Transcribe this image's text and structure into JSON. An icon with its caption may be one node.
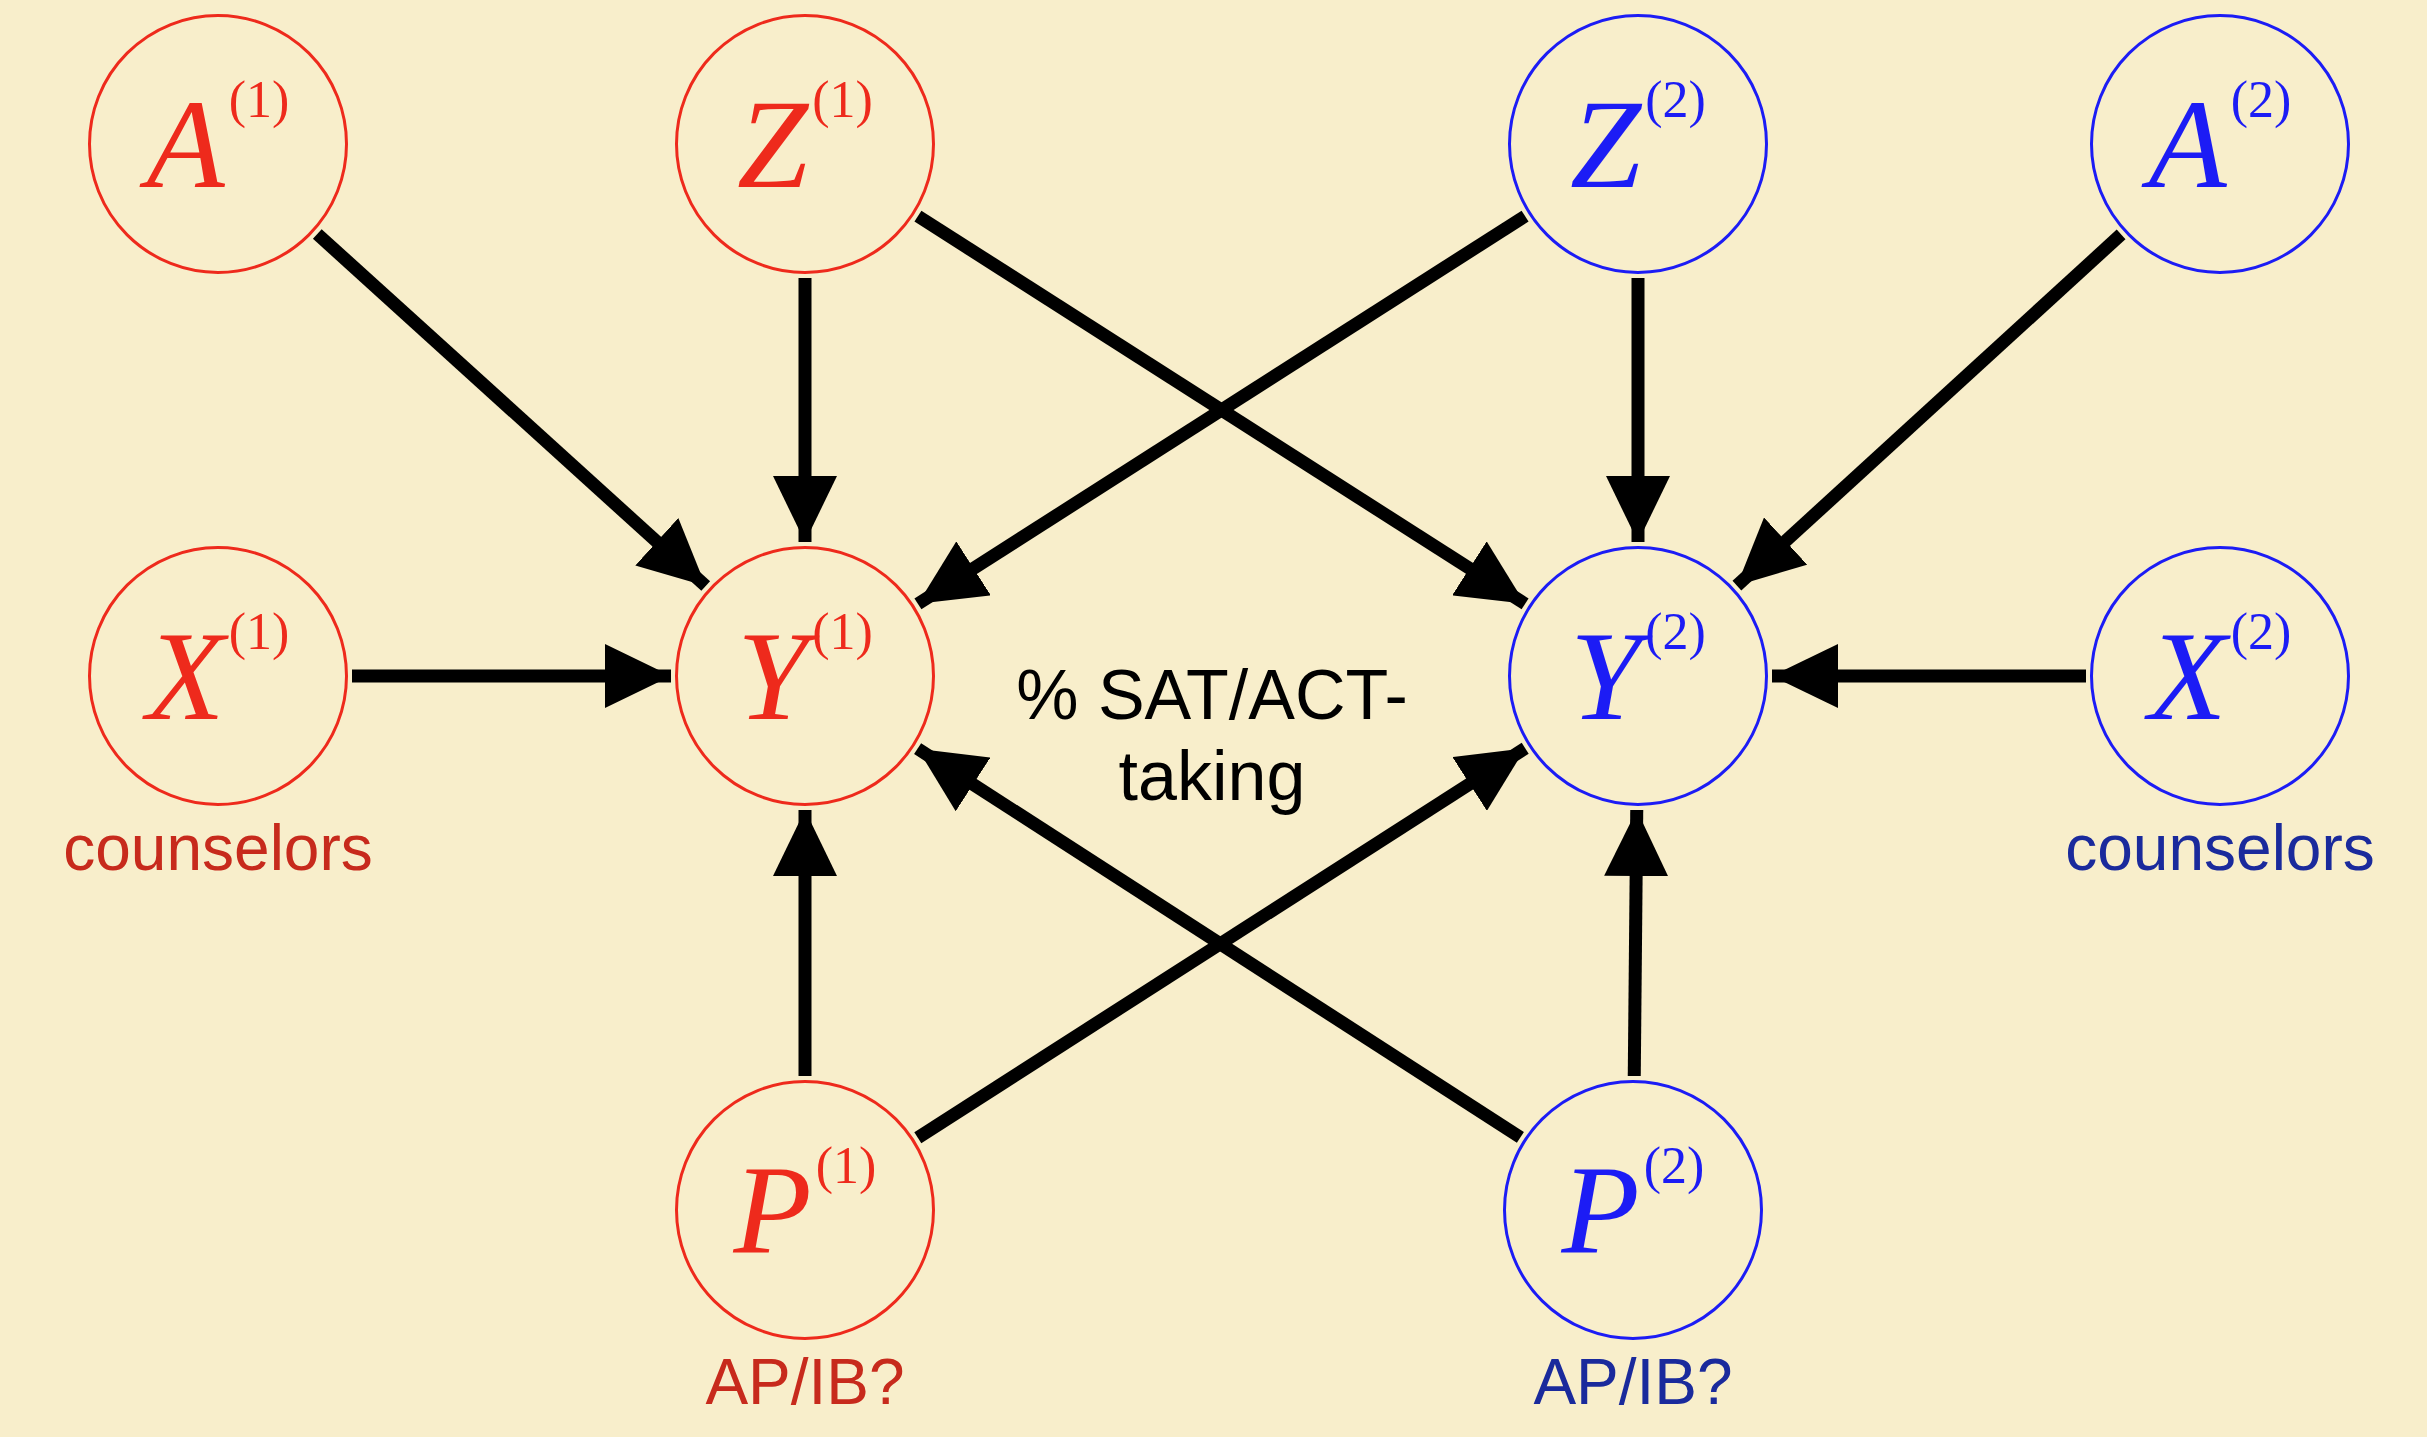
{
  "diagram": {
    "nodes": [
      {
        "text": [
          "*A*$^{(1)}$"
        ]
      },
      {
        "text": [
          "*Z*$^{(1)}$"
        ]
      },
      {
        "text": [
          "*Z*$^{(2)}$"
        ]
      },
      {
        "text": [
          "*A*$^{(2)}$"
        ]
      },
      {
        "text": [
          "*X*$^{(1)}$"
        ],
        "beside": [
          "counselors"
        ]
      },
      {
        "text": [
          "*Y*$^{(1)}$"
        ]
      },
      {
        "text": [
          "*Y*$^{(2)}$"
        ]
      },
      {
        "text": [
          "*X*$^{(2)}$"
        ],
        "beside": [
          "counselors"
        ]
      },
      {
        "text": [
          "*P*$^{(1)}$"
        ],
        "beside": [
          "AP/IB?"
        ]
      },
      {
        "text": [
          "*P*$^{(2)}$"
        ],
        "beside": [
          "AP/IB?"
        ]
      }
    ],
    "edges": [
      {
        "from": 0,
        "to": 5,
        "arrow": "to"
      },
      {
        "from": 1,
        "to": 5,
        "arrow": "to"
      },
      {
        "from": 1,
        "to": 6,
        "arrow": "to"
      },
      {
        "from": 2,
        "to": 5,
        "arrow": "to"
      },
      {
        "from": 2,
        "to": 6,
        "arrow": "to"
      },
      {
        "from": 3,
        "to": 6,
        "arrow": "to"
      },
      {
        "from": 4,
        "to": 5,
        "arrow": "to"
      },
      {
        "from": 7,
        "to": 6,
        "arrow": "to"
      },
      {
        "from": 8,
        "to": 5,
        "arrow": "to"
      },
      {
        "from": 8,
        "to": 6,
        "arrow": "to"
      },
      {
        "from": 9,
        "to": 5,
        "arrow": "to"
      },
      {
        "from": 9,
        "to": 6,
        "arrow": "to"
      }
    ],
    "labels": [
      "% SAT/ACT-taking"
    ]
  }
}
